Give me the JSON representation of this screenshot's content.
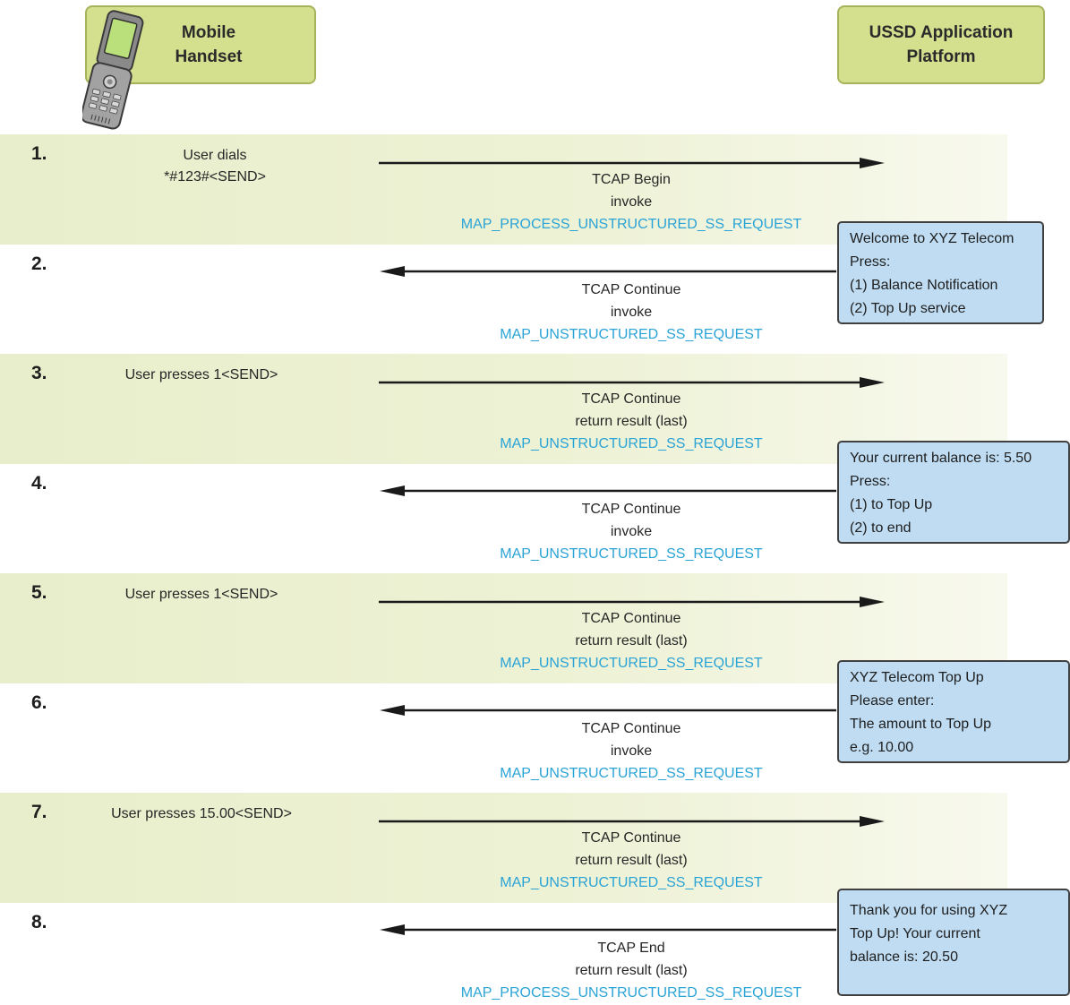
{
  "actors": {
    "handset": "Mobile\nHandset",
    "platform": "USSD Application\nPlatform"
  },
  "steps": [
    {
      "num": "1.",
      "direction": "right",
      "user_lines": [
        "User dials",
        "*#123#<SEND>"
      ],
      "message": [
        "TCAP Begin",
        "invoke",
        "MAP_PROCESS_UNSTRUCTURED_SS_REQUEST"
      ],
      "screen": []
    },
    {
      "num": "2.",
      "direction": "left",
      "user_lines": [],
      "message": [
        "TCAP Continue",
        "invoke",
        "MAP_UNSTRUCTURED_SS_REQUEST"
      ],
      "screen": [
        "Welcome to XYZ Telecom",
        "Press:",
        "(1) Balance Notification",
        "(2) Top Up service"
      ]
    },
    {
      "num": "3.",
      "direction": "right",
      "user_lines": [
        "User presses 1<SEND>"
      ],
      "message": [
        "TCAP Continue",
        "return result (last)",
        "MAP_UNSTRUCTURED_SS_REQUEST"
      ],
      "screen": []
    },
    {
      "num": "4.",
      "direction": "left",
      "user_lines": [],
      "message": [
        "TCAP Continue",
        "invoke",
        "MAP_UNSTRUCTURED_SS_REQUEST"
      ],
      "screen": [
        "Your current balance is: 5.50",
        "Press:",
        "(1) to Top Up",
        "(2) to end"
      ]
    },
    {
      "num": "5.",
      "direction": "right",
      "user_lines": [
        "User presses 1<SEND>"
      ],
      "message": [
        "TCAP Continue",
        "return result (last)",
        "MAP_UNSTRUCTURED_SS_REQUEST"
      ],
      "screen": []
    },
    {
      "num": "6.",
      "direction": "left",
      "user_lines": [],
      "message": [
        "TCAP Continue",
        "invoke",
        "MAP_UNSTRUCTURED_SS_REQUEST"
      ],
      "screen": [
        "XYZ Telecom Top Up",
        "Please enter:",
        "The amount to Top Up",
        "e.g. 10.00"
      ]
    },
    {
      "num": "7.",
      "direction": "right",
      "user_lines": [
        "User presses 15.00<SEND>"
      ],
      "message": [
        "TCAP Continue",
        "return result (last)",
        "MAP_UNSTRUCTURED_SS_REQUEST"
      ],
      "screen": []
    },
    {
      "num": "8.",
      "direction": "left",
      "user_lines": [],
      "message": [
        "TCAP End",
        "return result (last)",
        "MAP_PROCESS_UNSTRUCTURED_SS_REQUEST"
      ],
      "screen": [
        "Thank you for using XYZ",
        "Top Up! Your current",
        "balance is: 20.50"
      ]
    }
  ],
  "icons": {
    "handset": "mobile-phone-icon"
  },
  "colors": {
    "band": "#e8eecb",
    "actor_box": "#d4e08e",
    "screen_box": "#bfdcf2",
    "operation_text": "#2aa3d6",
    "arrow": "#1a1a1a"
  }
}
